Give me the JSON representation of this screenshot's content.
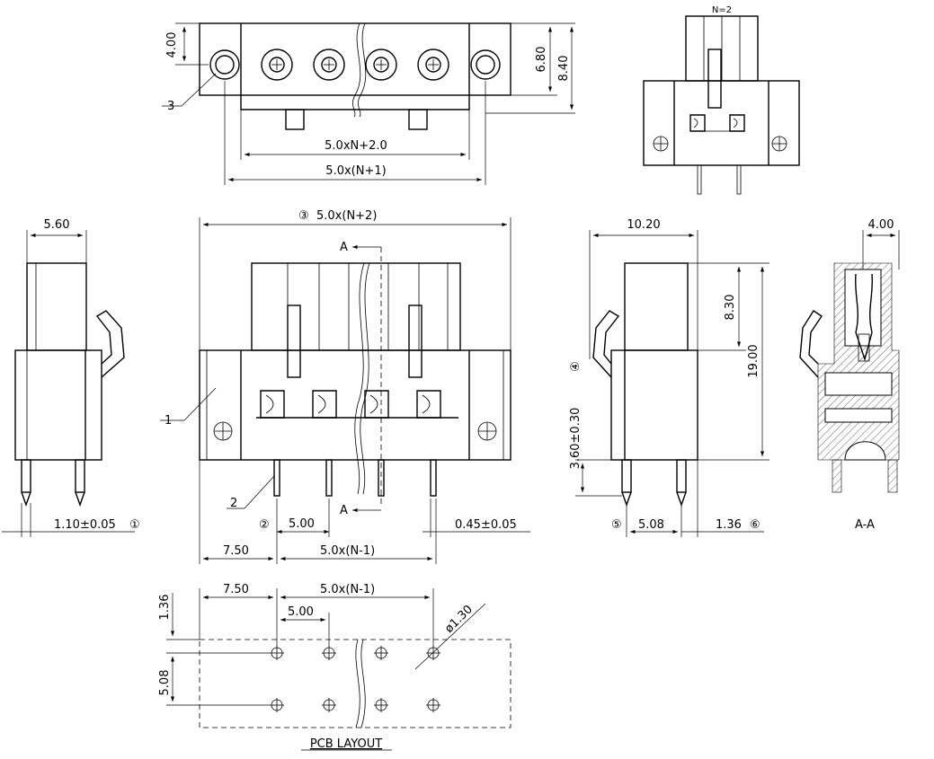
{
  "top_view": {
    "dims": {
      "d1": "4.00",
      "d2": "6.80",
      "d3": "8.40",
      "d4": "5.0xN+2.0",
      "d5": "5.0x(N+1)"
    },
    "callout": "3"
  },
  "right_top_view": {
    "n_label": "N=2"
  },
  "left_side_view": {
    "dims": {
      "width": "5.60",
      "pin": "1.10±0.05",
      "note": "①"
    }
  },
  "front_view": {
    "dims": {
      "total": "5.0x(N+2)",
      "total_note": "③",
      "pitch": "5.00",
      "pitch_note": "②",
      "pin_thk": "0.45±0.05",
      "edge": "7.50",
      "span": "5.0x(N-1)"
    },
    "callouts": {
      "c1": "1",
      "c2": "2"
    },
    "section_a": "A"
  },
  "side_view": {
    "dims": {
      "width": "10.20",
      "h1": "8.30",
      "h2": "19.00",
      "pin_len": "3.60±0.30",
      "pin_len_note": "④",
      "row": "5.08",
      "row_note": "⑤",
      "offset": "1.36",
      "offset_note": "⑥"
    }
  },
  "section_view": {
    "dim": "4.00",
    "label": "A-A"
  },
  "pcb_layout": {
    "dims": {
      "edge": "7.50",
      "span": "5.0x(N-1)",
      "pitch": "5.00",
      "top": "1.36",
      "row": "5.08",
      "hole": "ø1.30"
    },
    "title": "PCB LAYOUT"
  }
}
